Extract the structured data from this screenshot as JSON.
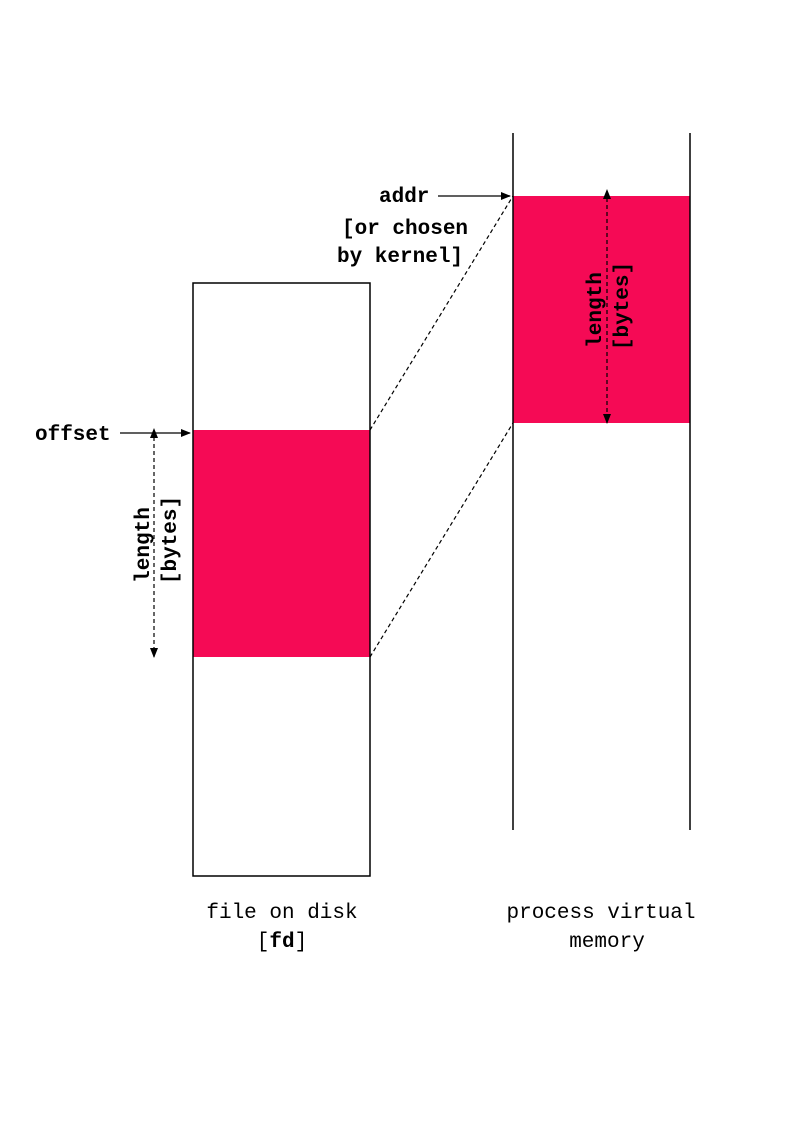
{
  "colors": {
    "mapped_region": "#f50a55",
    "line": "#000000",
    "background": "#ffffff"
  },
  "labels": {
    "addr": "addr",
    "addr_note_line1": "[or chosen",
    "addr_note_line2": "by kernel]",
    "offset": "offset",
    "length": "length",
    "bytes": "[bytes]",
    "file_caption_line1": "file on disk",
    "file_caption_open": "[",
    "file_caption_fd": "fd",
    "file_caption_close": "]",
    "memory_caption_line1": "process virtual",
    "memory_caption_line2": "memory"
  }
}
